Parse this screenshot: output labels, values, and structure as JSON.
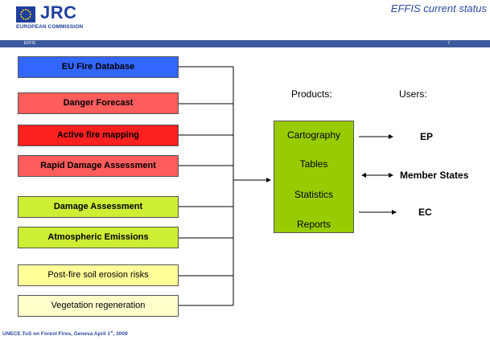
{
  "header": {
    "logo_text": "JRC",
    "logo_subtitle": "EUROPEAN COMMISSION",
    "slide_title": "EFFIS current status",
    "bar_label": "EFFIS",
    "page_number": "7"
  },
  "modules": [
    {
      "label": "EU Fire Database",
      "color": "#3366ff"
    },
    {
      "label": "Danger Forecast",
      "color": "#ff5c5c"
    },
    {
      "label": "Active fire mapping",
      "color": "#ff2020"
    },
    {
      "label": "Rapid Damage Assessment",
      "color": "#ff5c5c"
    },
    {
      "label": "Damage Assessment",
      "color": "#ccee33"
    },
    {
      "label": "Atmospheric Emissions",
      "color": "#ccee33"
    },
    {
      "label": "Post-fire soil erosion risks",
      "color": "#ffff99"
    },
    {
      "label": "Vegetation regeneration",
      "color": "#ffffcc"
    }
  ],
  "products": {
    "heading": "Products:",
    "items": [
      "Cartography",
      "Tables",
      "Statistics",
      "Reports"
    ],
    "color": "#99cc00"
  },
  "users": {
    "heading": "Users:",
    "items": [
      "EP",
      "Member States",
      "EC"
    ]
  },
  "footer": {
    "text_pre": "UNECE ToS on Forest Fires, Geneva April 1",
    "text_sup": "st",
    "text_post": ", 2009"
  }
}
